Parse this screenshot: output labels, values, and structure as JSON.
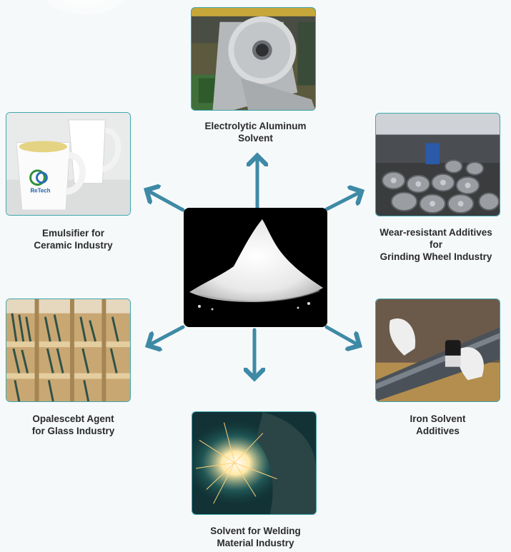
{
  "center": {
    "name": "powder-image"
  },
  "colors": {
    "arrow": "#3e8aa6",
    "border": "#3fa7b1"
  },
  "products": [
    {
      "id": "aluminum",
      "lines": [
        "Electrolytic Aluminum",
        "Solvent"
      ]
    },
    {
      "id": "ceramic",
      "lines": [
        "Emulsifier for",
        "Ceramic Industry"
      ],
      "logo_text": "ReTech"
    },
    {
      "id": "grinding",
      "lines": [
        "Wear-resistant Additives",
        "for",
        "Grinding Wheel Industry"
      ]
    },
    {
      "id": "glass",
      "lines": [
        "Opalescebt Agent",
        "for Glass Industry"
      ]
    },
    {
      "id": "iron",
      "lines": [
        "Iron Solvent",
        "Additives"
      ]
    },
    {
      "id": "welding",
      "lines": [
        "Solvent for Welding",
        "Material Industry"
      ]
    }
  ]
}
